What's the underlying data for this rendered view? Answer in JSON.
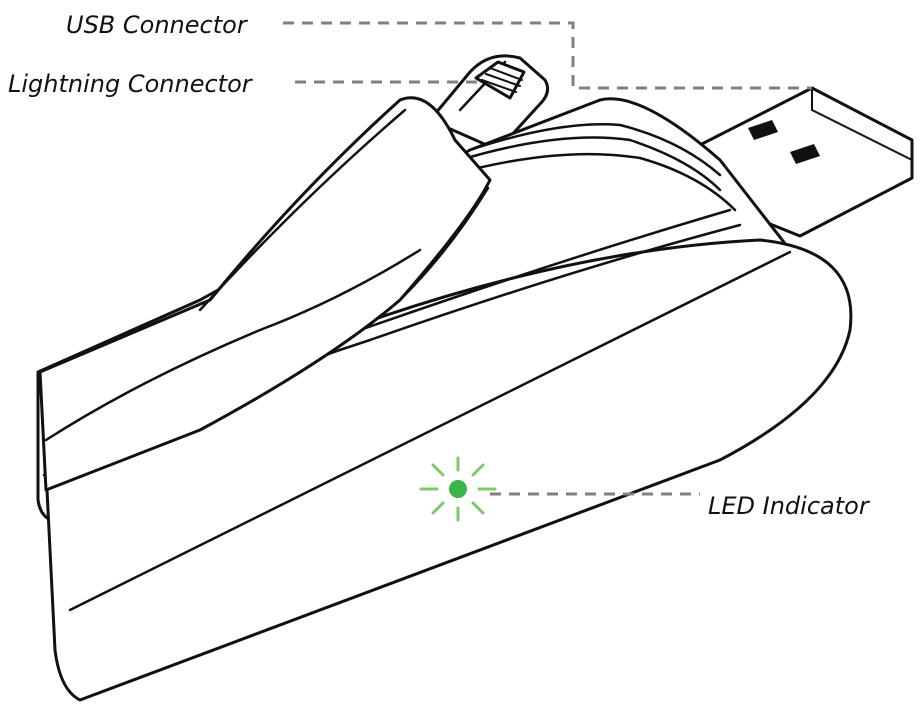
{
  "labels": {
    "usb_connector": "USB Connector",
    "lightning_connector": "Lightning Connector",
    "led_indicator": "LED Indicator"
  },
  "colors": {
    "led": "#3ab54a",
    "led_rays": "#7cc86b",
    "leader_line": "#808080",
    "outline": "#111111"
  }
}
